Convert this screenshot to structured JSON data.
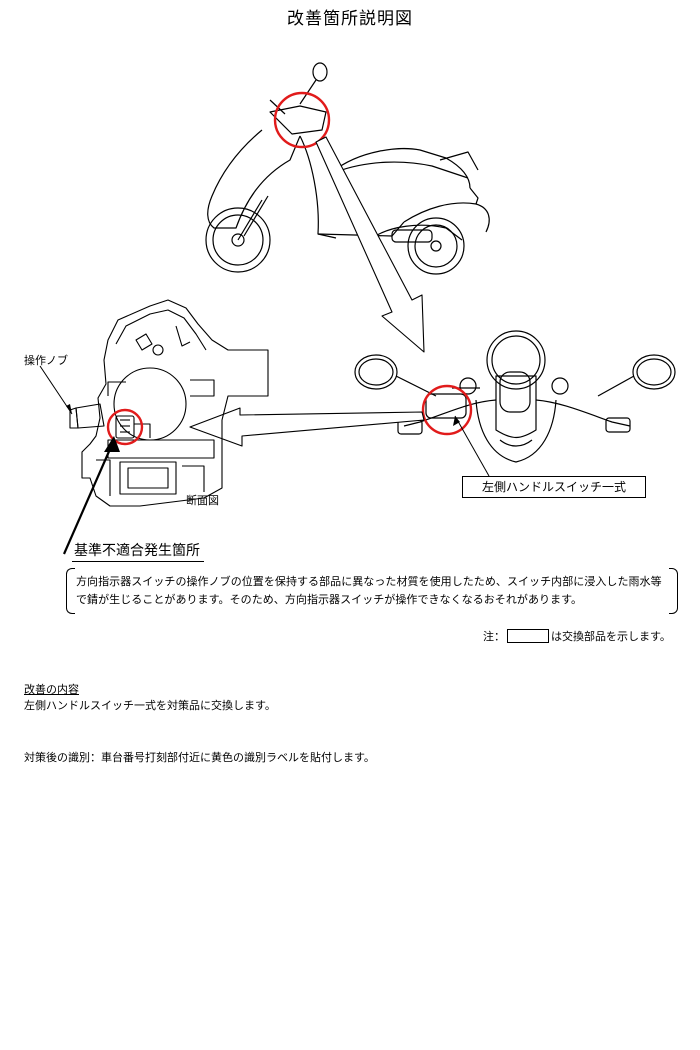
{
  "page": {
    "title": "改善箇所説明図"
  },
  "figure": {
    "knob_label": "操作ノブ",
    "section_view_label": "断面図",
    "switch_assembly_label": "左側ハンドルスイッチ一式",
    "nonconformity_label": "基準不適合発生箇所",
    "colors": {
      "highlight_circle": "#e11b1b",
      "line_art": "#000000"
    }
  },
  "description": {
    "text": "方向指示器スイッチの操作ノブの位置を保持する部品に異なった材質を使用したため、スイッチ内部に浸入した雨水等で錆が生じることがあります。そのため、方向指示器スイッチが操作できなくなるおそれがあります。"
  },
  "note": {
    "prefix": "注：",
    "suffix": "は交換部品を示します。"
  },
  "improvement": {
    "heading": "改善の内容",
    "body": "左側ハンドルスイッチ一式を対策品に交換します。"
  },
  "identification": {
    "text": "対策後の識別：車台番号打刻部付近に黄色の識別ラベルを貼付します。"
  }
}
